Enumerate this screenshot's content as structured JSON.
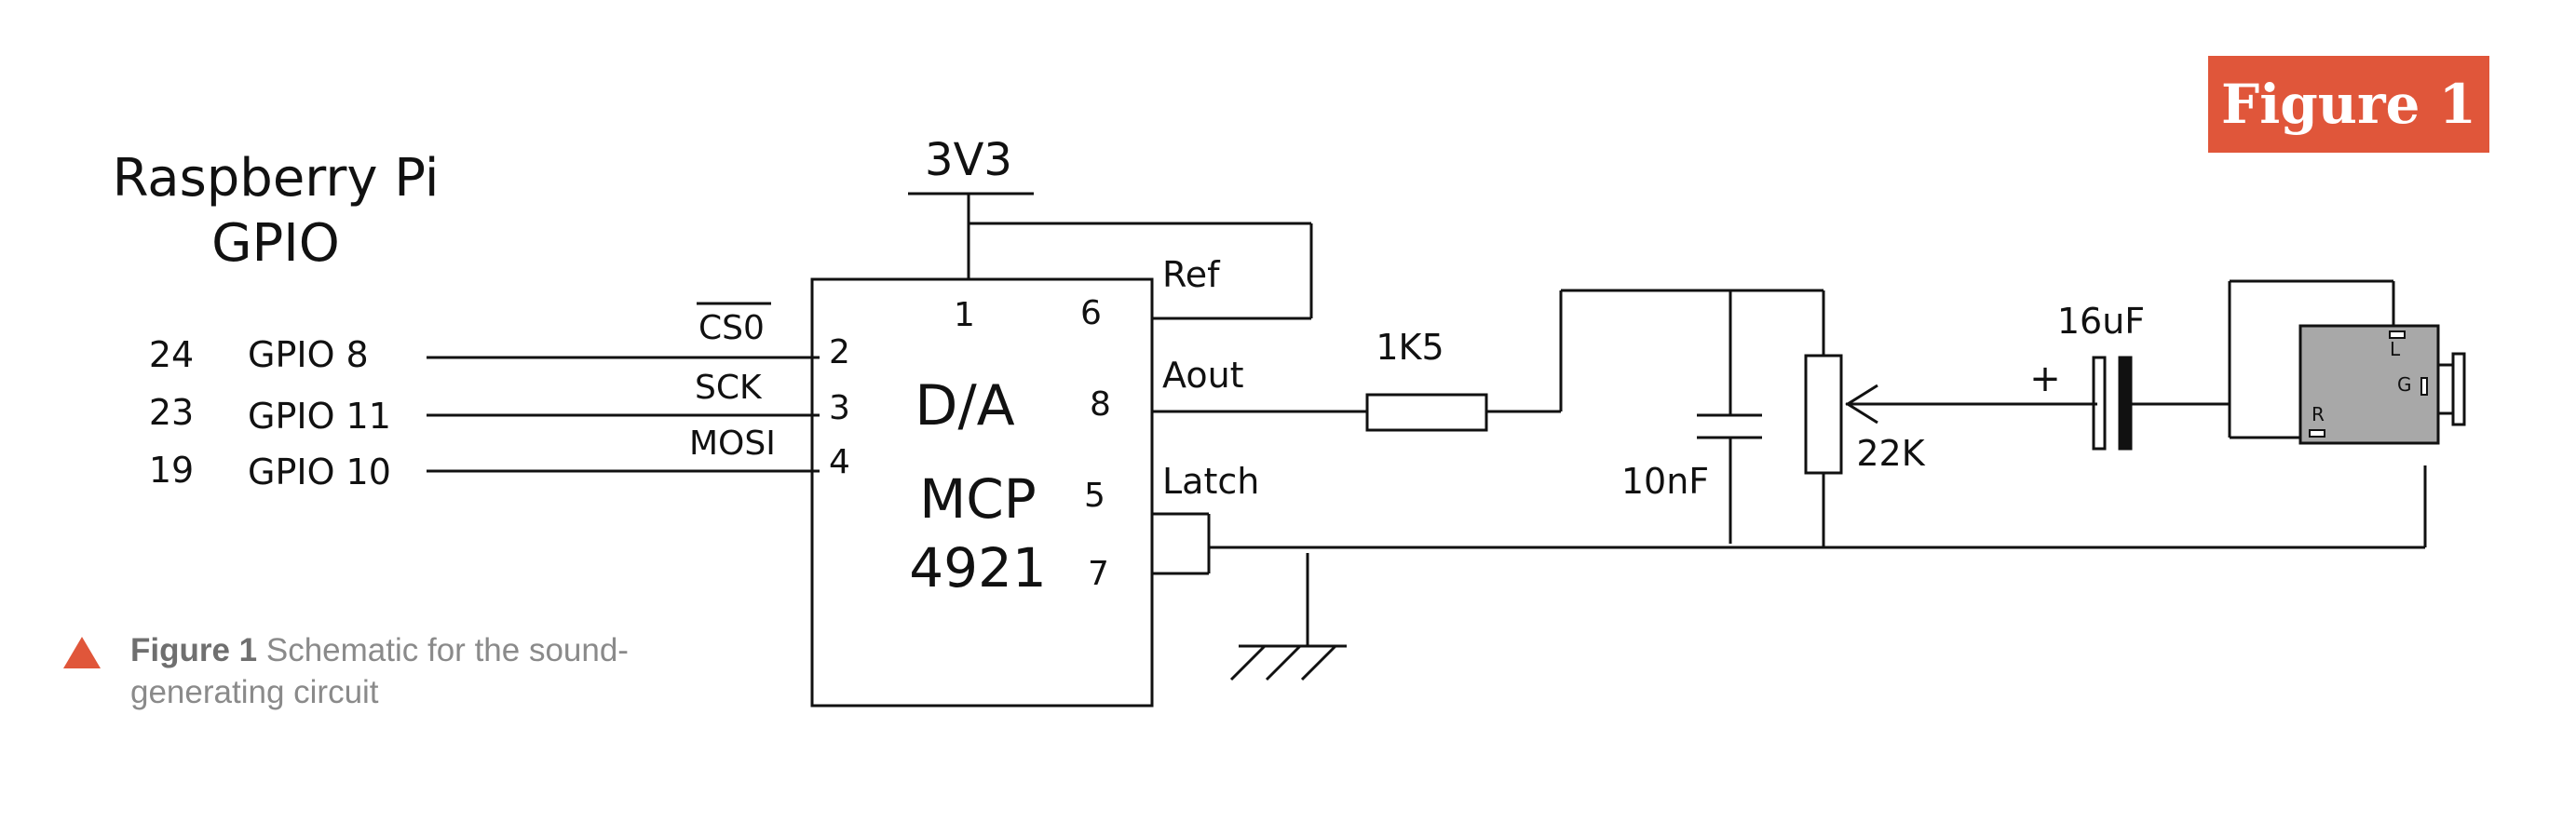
{
  "badge": {
    "label": "Figure 1",
    "color": "#e0563a"
  },
  "caption": {
    "bold": "Figure 1",
    "text": "Schematic for the sound-generating circuit"
  },
  "labels": {
    "title_line1": "Raspberry Pi",
    "title_line2": "GPIO",
    "pin24": "24",
    "gpio8": "GPIO 8",
    "pin23": "23",
    "gpio11": "GPIO 11",
    "pin19": "19",
    "gpio10": "GPIO 10",
    "cs0": "CS0",
    "sck": "SCK",
    "mosi": "MOSI",
    "p2": "2",
    "p3": "3",
    "p4": "4",
    "p1": "1",
    "p6": "6",
    "p8": "8",
    "p5": "5",
    "p7": "7",
    "da": "D/A",
    "mcp": "MCP",
    "model": "4921",
    "v3v3": "3V3",
    "ref": "Ref",
    "aout": "Aout",
    "latch": "Latch",
    "r1k5": "1K5",
    "c10nf": "10nF",
    "pot22k": "22K",
    "c16uf": "16uF",
    "plus": "+",
    "jackL": "L",
    "jackG": "G",
    "jackR": "R"
  }
}
